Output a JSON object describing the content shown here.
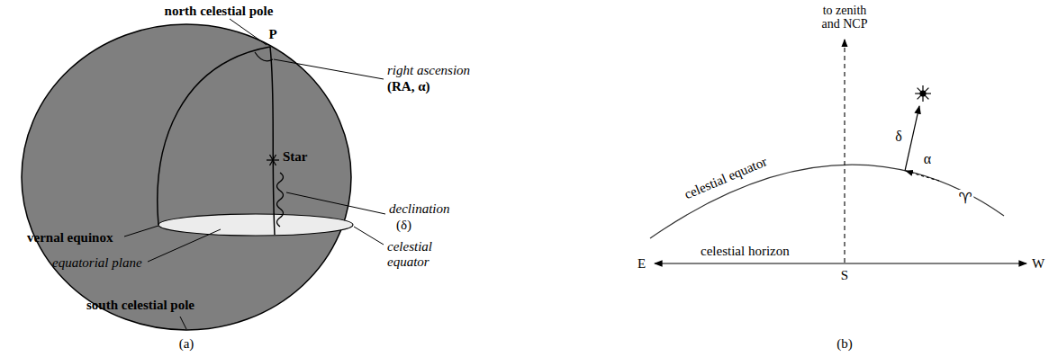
{
  "diagram": {
    "labels": [
      "north celestial pole",
      "P",
      "right ascension",
      "(RA, α)",
      "Star",
      "declination",
      "(δ)",
      "vernal equinox",
      "equatorial plane",
      "celestial equator",
      "south celestial pole",
      "(a)",
      "to zenith and NCP",
      "celestial equator",
      "celestial horizon",
      "E",
      "S",
      "W",
      "δ",
      "α",
      "♈",
      "(b)"
    ]
  }
}
